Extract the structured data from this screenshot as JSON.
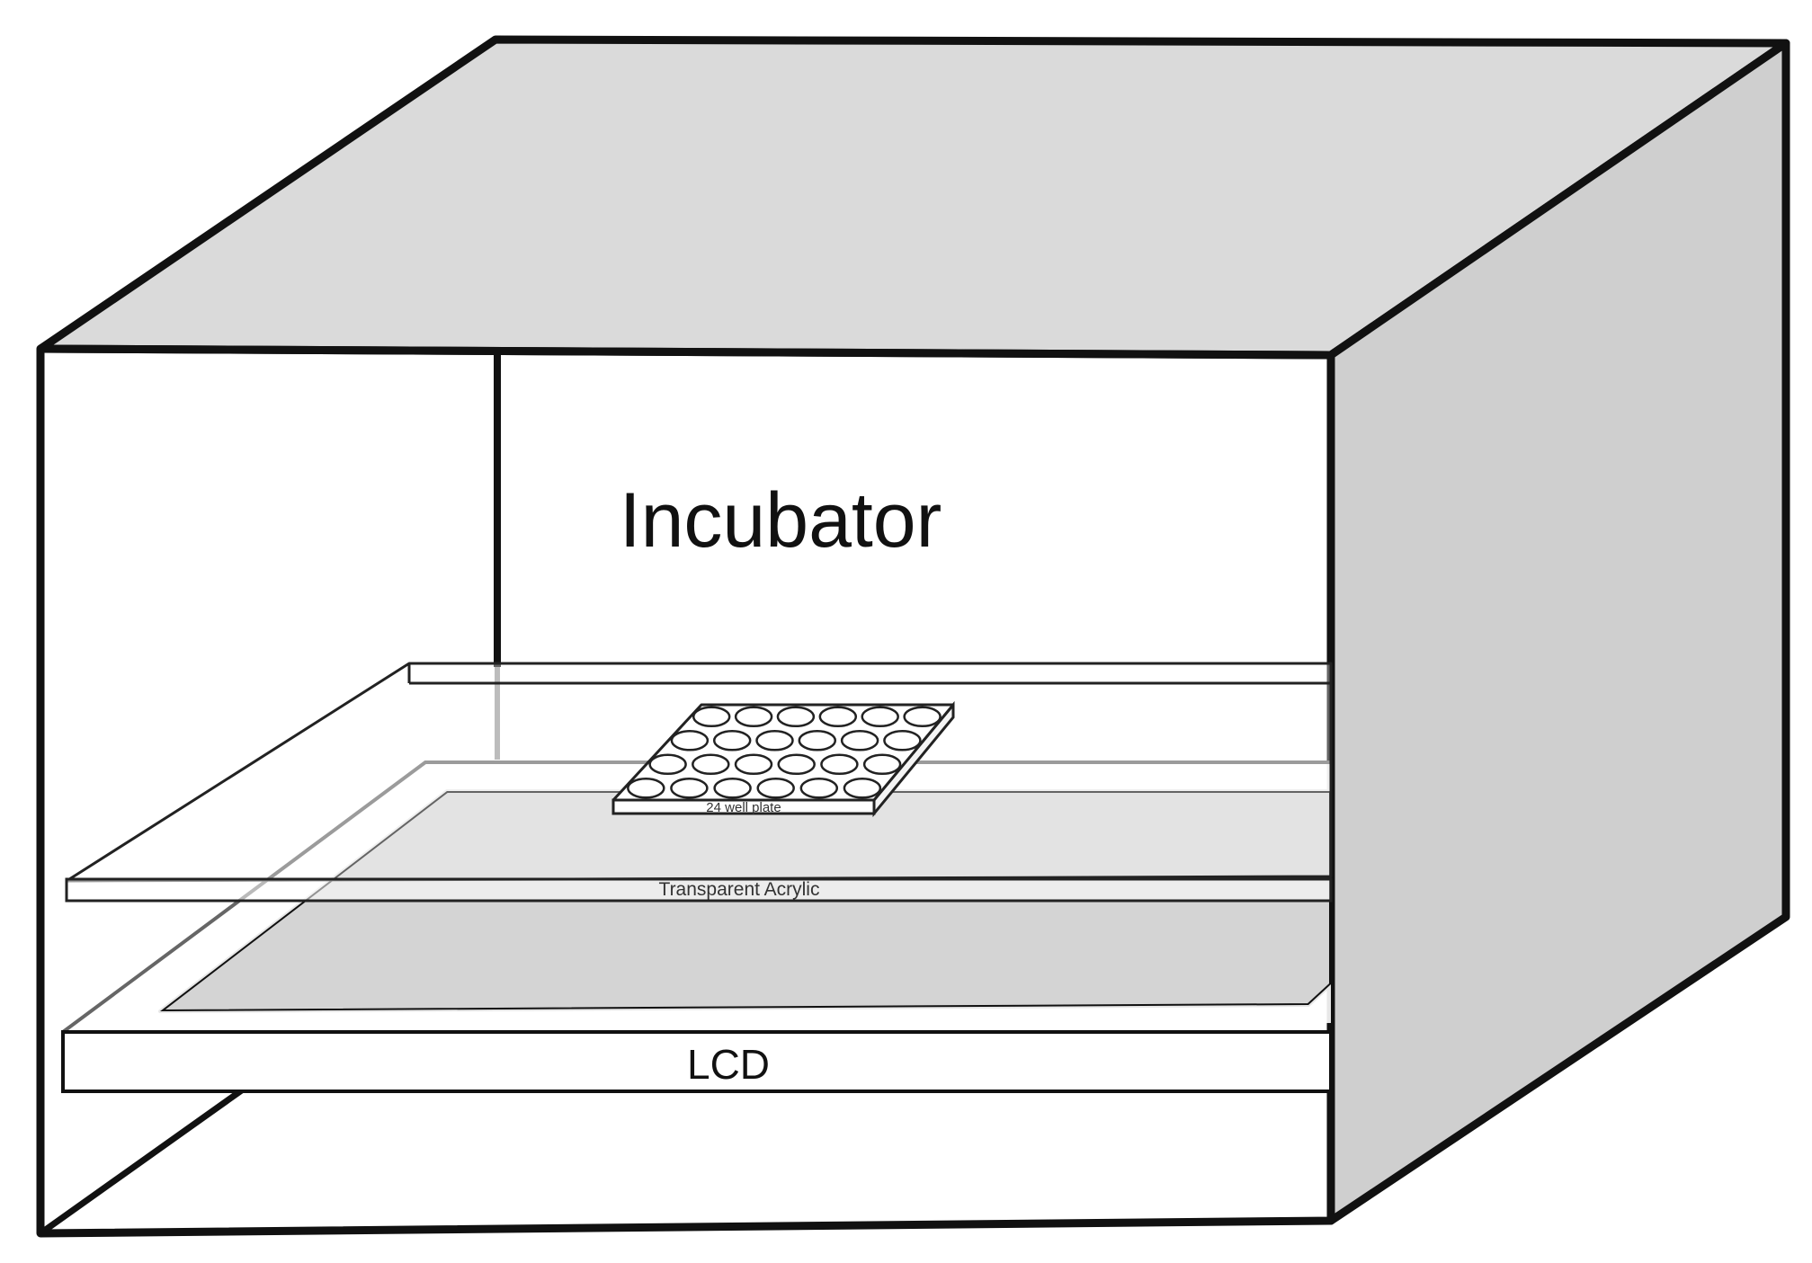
{
  "labels": {
    "incubator": "Incubator",
    "acrylic": "Transparent Acrylic",
    "plate": "24 well plate",
    "lcd": "LCD"
  },
  "plate_wells": {
    "rows": 4,
    "cols": 6
  },
  "colors": {
    "box_top": "#dadada",
    "box_right": "#cfcfcf",
    "screen": "#d4d4d4",
    "outline": "#111111",
    "panel": "#ffffff"
  }
}
